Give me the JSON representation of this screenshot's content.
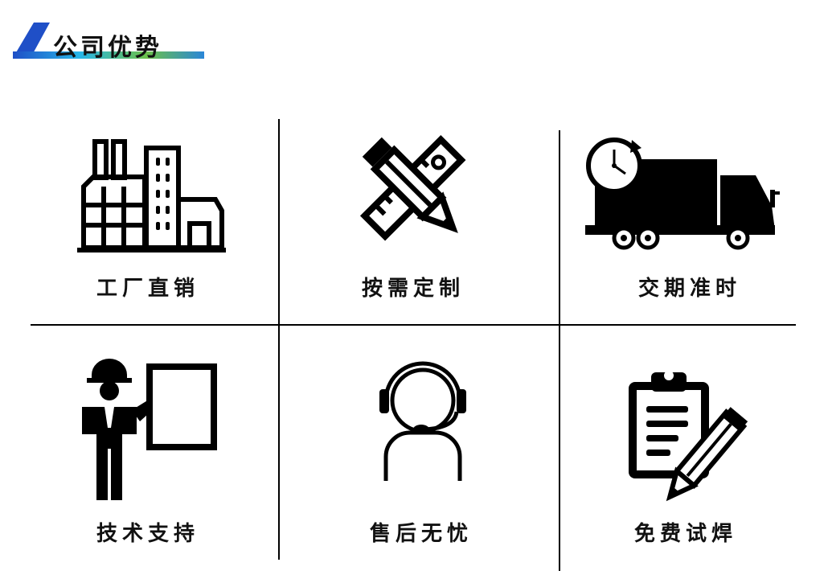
{
  "header": {
    "title": "公司优势"
  },
  "features": [
    {
      "label": "工厂直销",
      "icon": "factory-icon"
    },
    {
      "label": "按需定制",
      "icon": "pencil-ruler-icon"
    },
    {
      "label": "交期准时",
      "icon": "delivery-truck-clock-icon"
    },
    {
      "label": "技术支持",
      "icon": "engineer-presentation-icon"
    },
    {
      "label": "售后无忧",
      "icon": "headset-support-icon"
    },
    {
      "label": "免费试焊",
      "icon": "clipboard-pencil-icon"
    }
  ],
  "colors": {
    "accent_blue": "#1f4fc7",
    "accent_cyan": "#27b6e8",
    "accent_green": "#6cc04a"
  }
}
